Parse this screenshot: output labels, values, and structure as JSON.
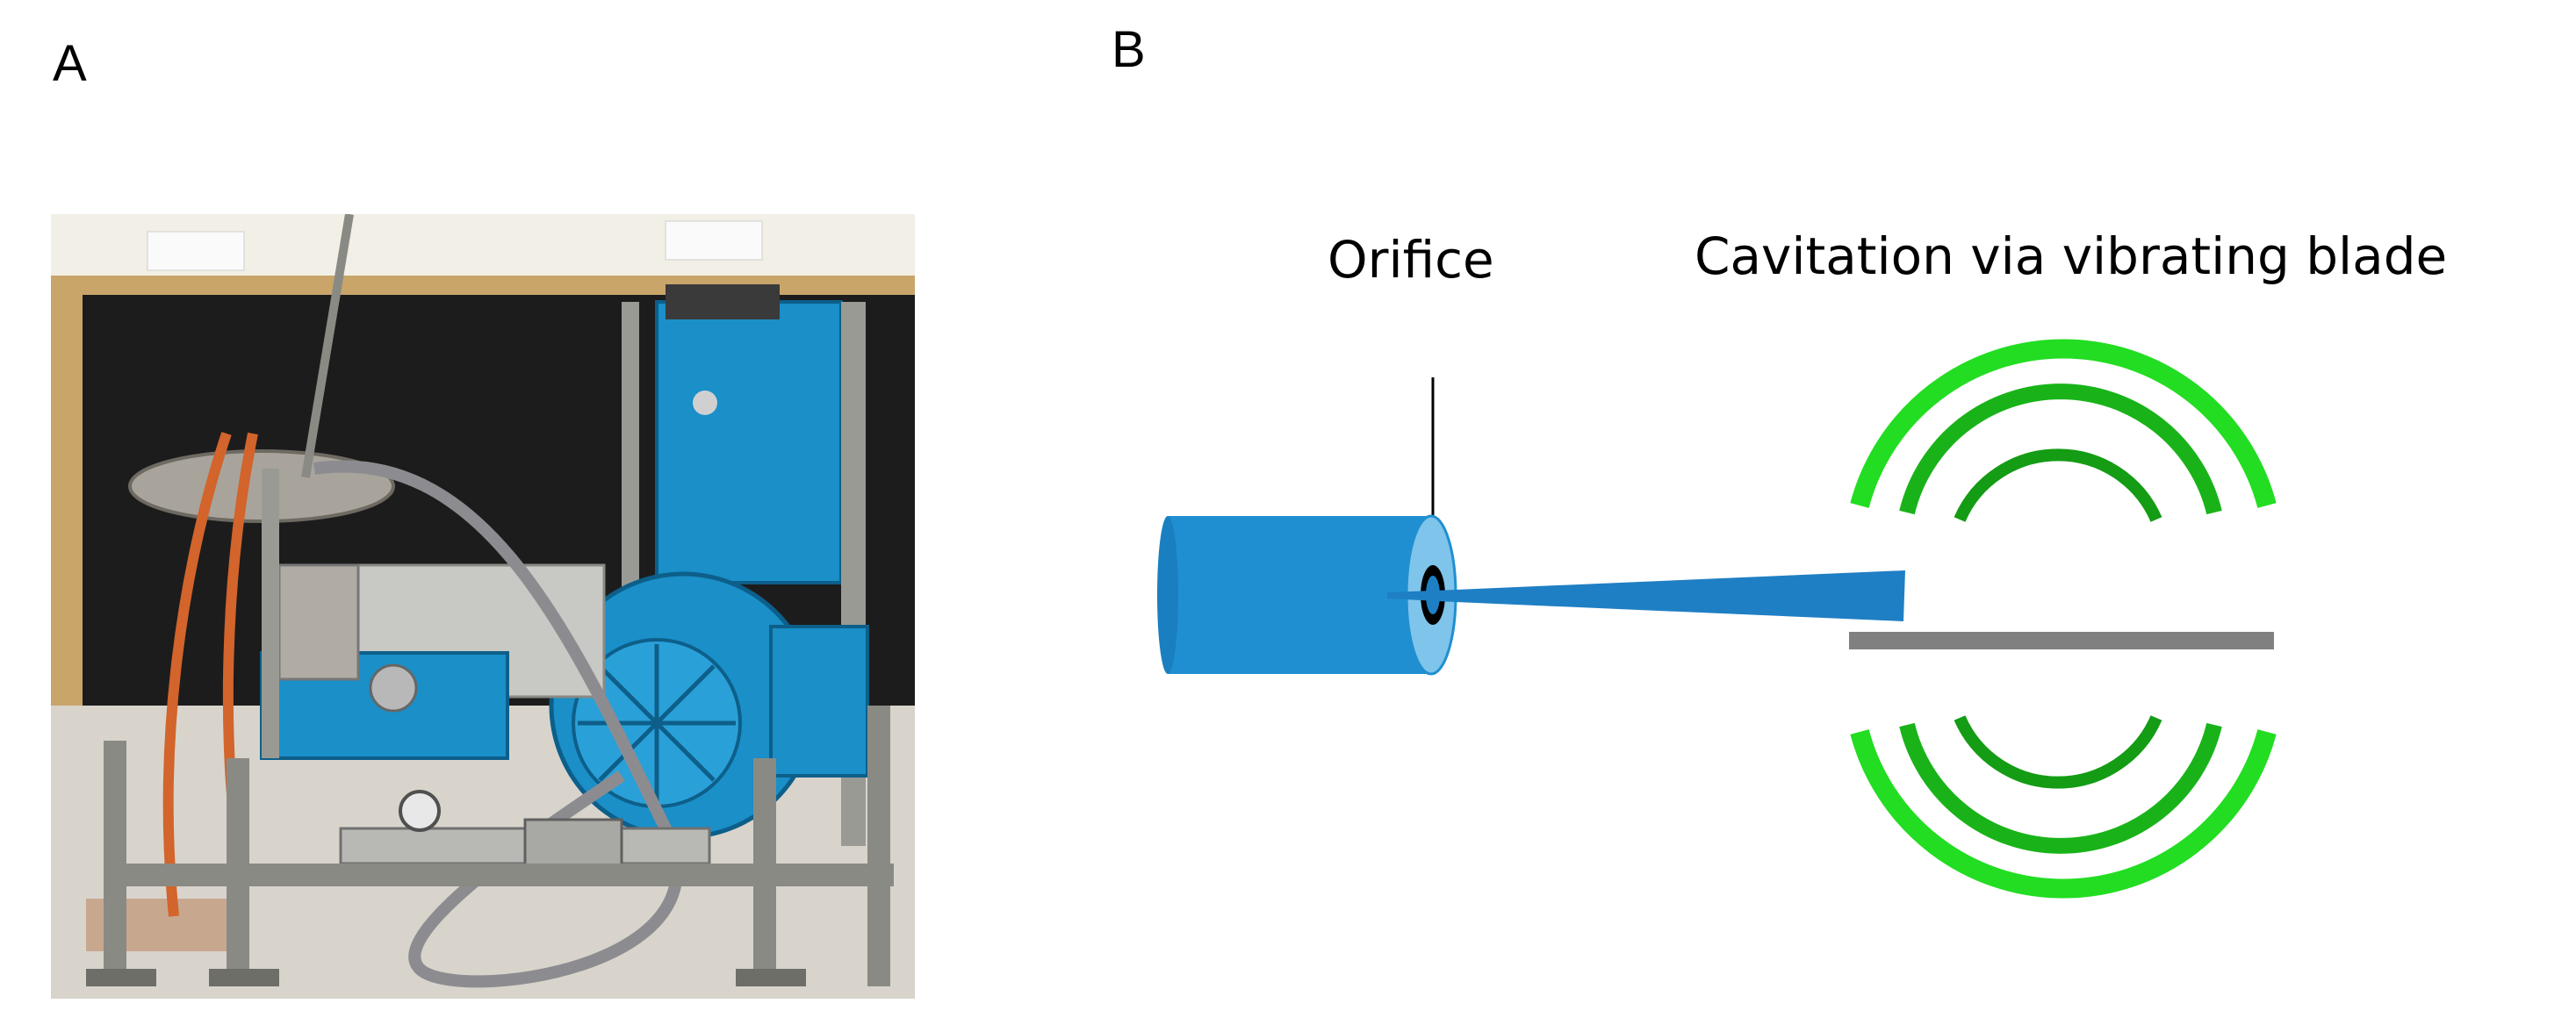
{
  "panels": {
    "a": {
      "label": "A"
    },
    "b": {
      "label": "B"
    }
  },
  "diagram": {
    "orifice_label": "Orifice",
    "cavitation_label": "Cavitation via vibrating blade"
  },
  "colors": {
    "cylinder": "#1f8fd1",
    "jet": "#1f7fc4",
    "blade": "#808080",
    "wave_light": "#22dd22",
    "wave_mid": "#19b319",
    "wave_dark": "#149c14",
    "pump_body": "#1a8fc8",
    "frame_metal": "#8a8a84"
  },
  "icons": {
    "photo": "hydrodynamic-cavitation-rig-photo",
    "arrow": "down-arrow-icon"
  }
}
